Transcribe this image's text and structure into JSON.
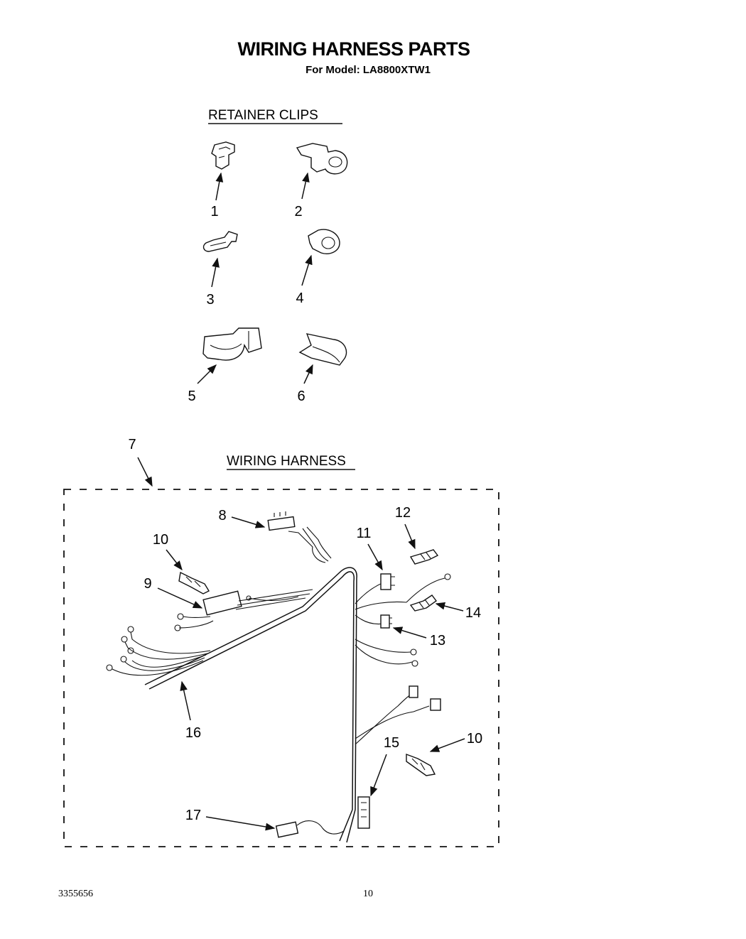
{
  "header": {
    "title": "WIRING HARNESS PARTS",
    "model": "For Model: LA8800XTW1"
  },
  "sections": {
    "retainer_clips": "RETAINER CLIPS",
    "wiring_harness": "WIRING HARNESS"
  },
  "callouts": {
    "c1": "1",
    "c2": "2",
    "c3": "3",
    "c4": "4",
    "c5": "5",
    "c6": "6",
    "c7": "7",
    "c8": "8",
    "c9": "9",
    "c10a": "10",
    "c10b": "10",
    "c11": "11",
    "c12": "12",
    "c13": "13",
    "c14": "14",
    "c15": "15",
    "c16": "16",
    "c17": "17"
  },
  "footer": {
    "part_number": "3355656",
    "page": "10"
  }
}
